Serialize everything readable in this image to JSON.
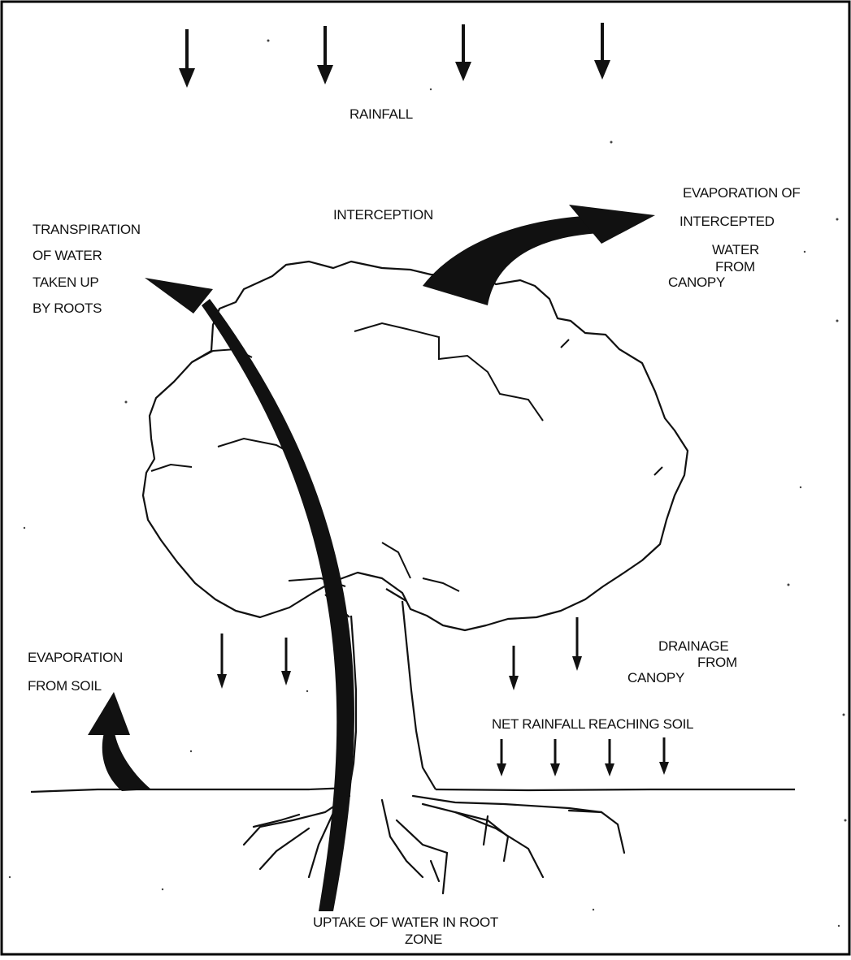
{
  "diagram": {
    "labels": {
      "rainfall": "RAINFALL",
      "interception": "INTERCEPTION",
      "transpiration": [
        "TRANSPIRATION",
        "OF WATER",
        "TAKEN UP",
        "BY ROOTS"
      ],
      "evap_intercepted": [
        "EVAPORATION OF",
        "INTERCEPTED",
        "WATER",
        "FROM",
        "CANOPY"
      ],
      "evap_soil": [
        "EVAPORATION",
        "FROM SOIL"
      ],
      "drainage": [
        "DRAINAGE",
        "FROM",
        "CANOPY"
      ],
      "net_rainfall": "NET RAINFALL REACHING SOIL",
      "uptake": [
        "UPTAKE OF WATER IN ROOT",
        "ZONE"
      ]
    },
    "colors": {
      "ink": "#111111",
      "background": "#ffffff",
      "border": "#000000"
    }
  }
}
